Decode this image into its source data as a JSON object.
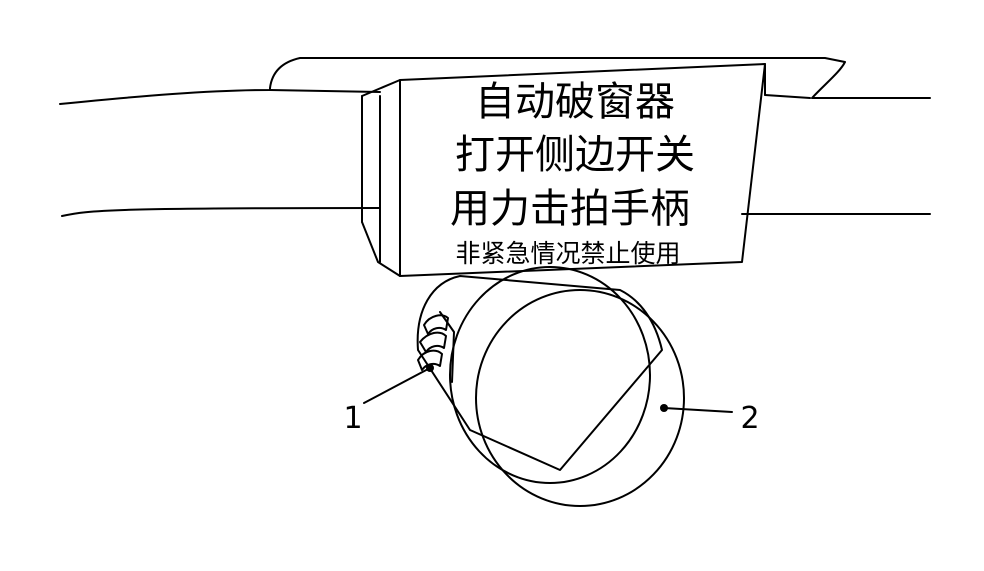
{
  "label": {
    "lines": [
      "自动破窗器",
      "打开侧边开关",
      "用力击拍手柄"
    ],
    "small": "非紧急情况禁止使用"
  },
  "callouts": [
    {
      "id": "side-switch",
      "text": "1"
    },
    {
      "id": "handle",
      "text": "2"
    }
  ],
  "colors": {
    "body_fill": "#a6a6a6",
    "outline": "#000000",
    "background": "#ffffff"
  }
}
